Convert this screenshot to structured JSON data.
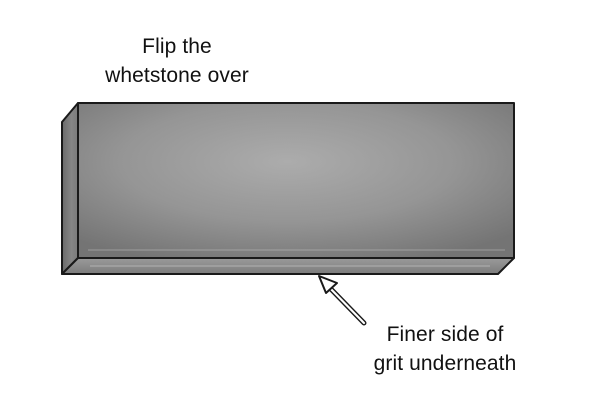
{
  "annotations": {
    "top": {
      "lines": [
        "Flip the",
        "whetstone over"
      ]
    },
    "bottom": {
      "lines": [
        "Finer side of",
        "grit underneath"
      ]
    }
  },
  "colors": {
    "background": "#ffffff",
    "outline": "#1a1a1a",
    "stone_face_light": "#a6a6a6",
    "stone_face_mid": "#8f8f8f",
    "stone_face_dark": "#6f6f6f",
    "stone_side": "#7a7a7a",
    "stone_bottom": "#858585",
    "text": "#111111"
  },
  "icons": {
    "arrow": "arrow-pointing-up-left"
  }
}
